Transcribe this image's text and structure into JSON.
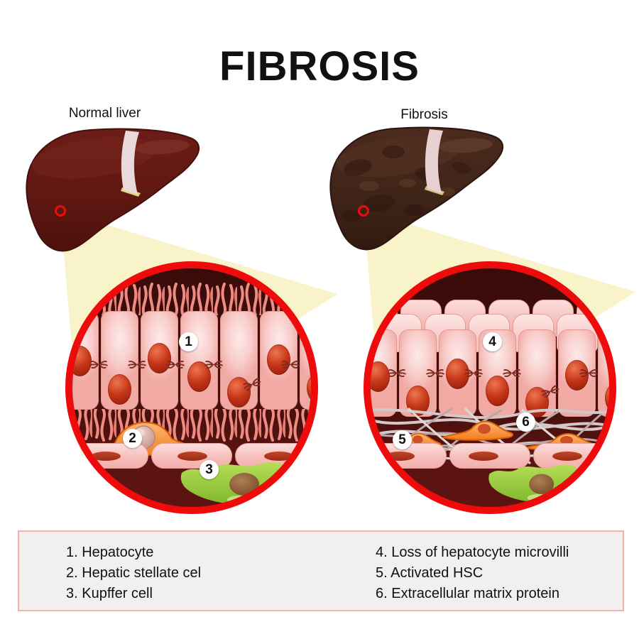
{
  "title": "FIBROSIS",
  "panels": {
    "normal": {
      "label": "Normal liver"
    },
    "fibrosis": {
      "label": "Fibrosis"
    }
  },
  "markers": {
    "m1": "1",
    "m2": "2",
    "m3": "3",
    "m4": "4",
    "m5": "5",
    "m6": "6"
  },
  "legend": {
    "left": [
      "1. Hepatocyte",
      "2. Hepatic stellate cel",
      "3. Kupffer cell"
    ],
    "right": [
      "4. Loss of hepatocyte microvilli",
      "5. Activated HSC",
      "6. Extracellular matrix protein"
    ]
  },
  "colors": {
    "ring-red": "#ee0b0b",
    "beam-yellow": "#f8f3c9",
    "liver-normal": "#5e1712",
    "liver-fibrosis": "#3f2418",
    "ligament": "#e9d9da",
    "cell-pink": "#f8cecb",
    "cell-border": "#e09a93",
    "nucleus-red": "#b12c16",
    "microvilli": "#ee8c83",
    "stellate-orange": "#f37b1d",
    "kupffer-green": "#8cc63e",
    "matrix-gray": "#cfc4c3",
    "circle-bg": "#420e0c",
    "legend-border": "#f0b3ab",
    "legend-bg": "#f1f0ef",
    "text": "#111111"
  }
}
